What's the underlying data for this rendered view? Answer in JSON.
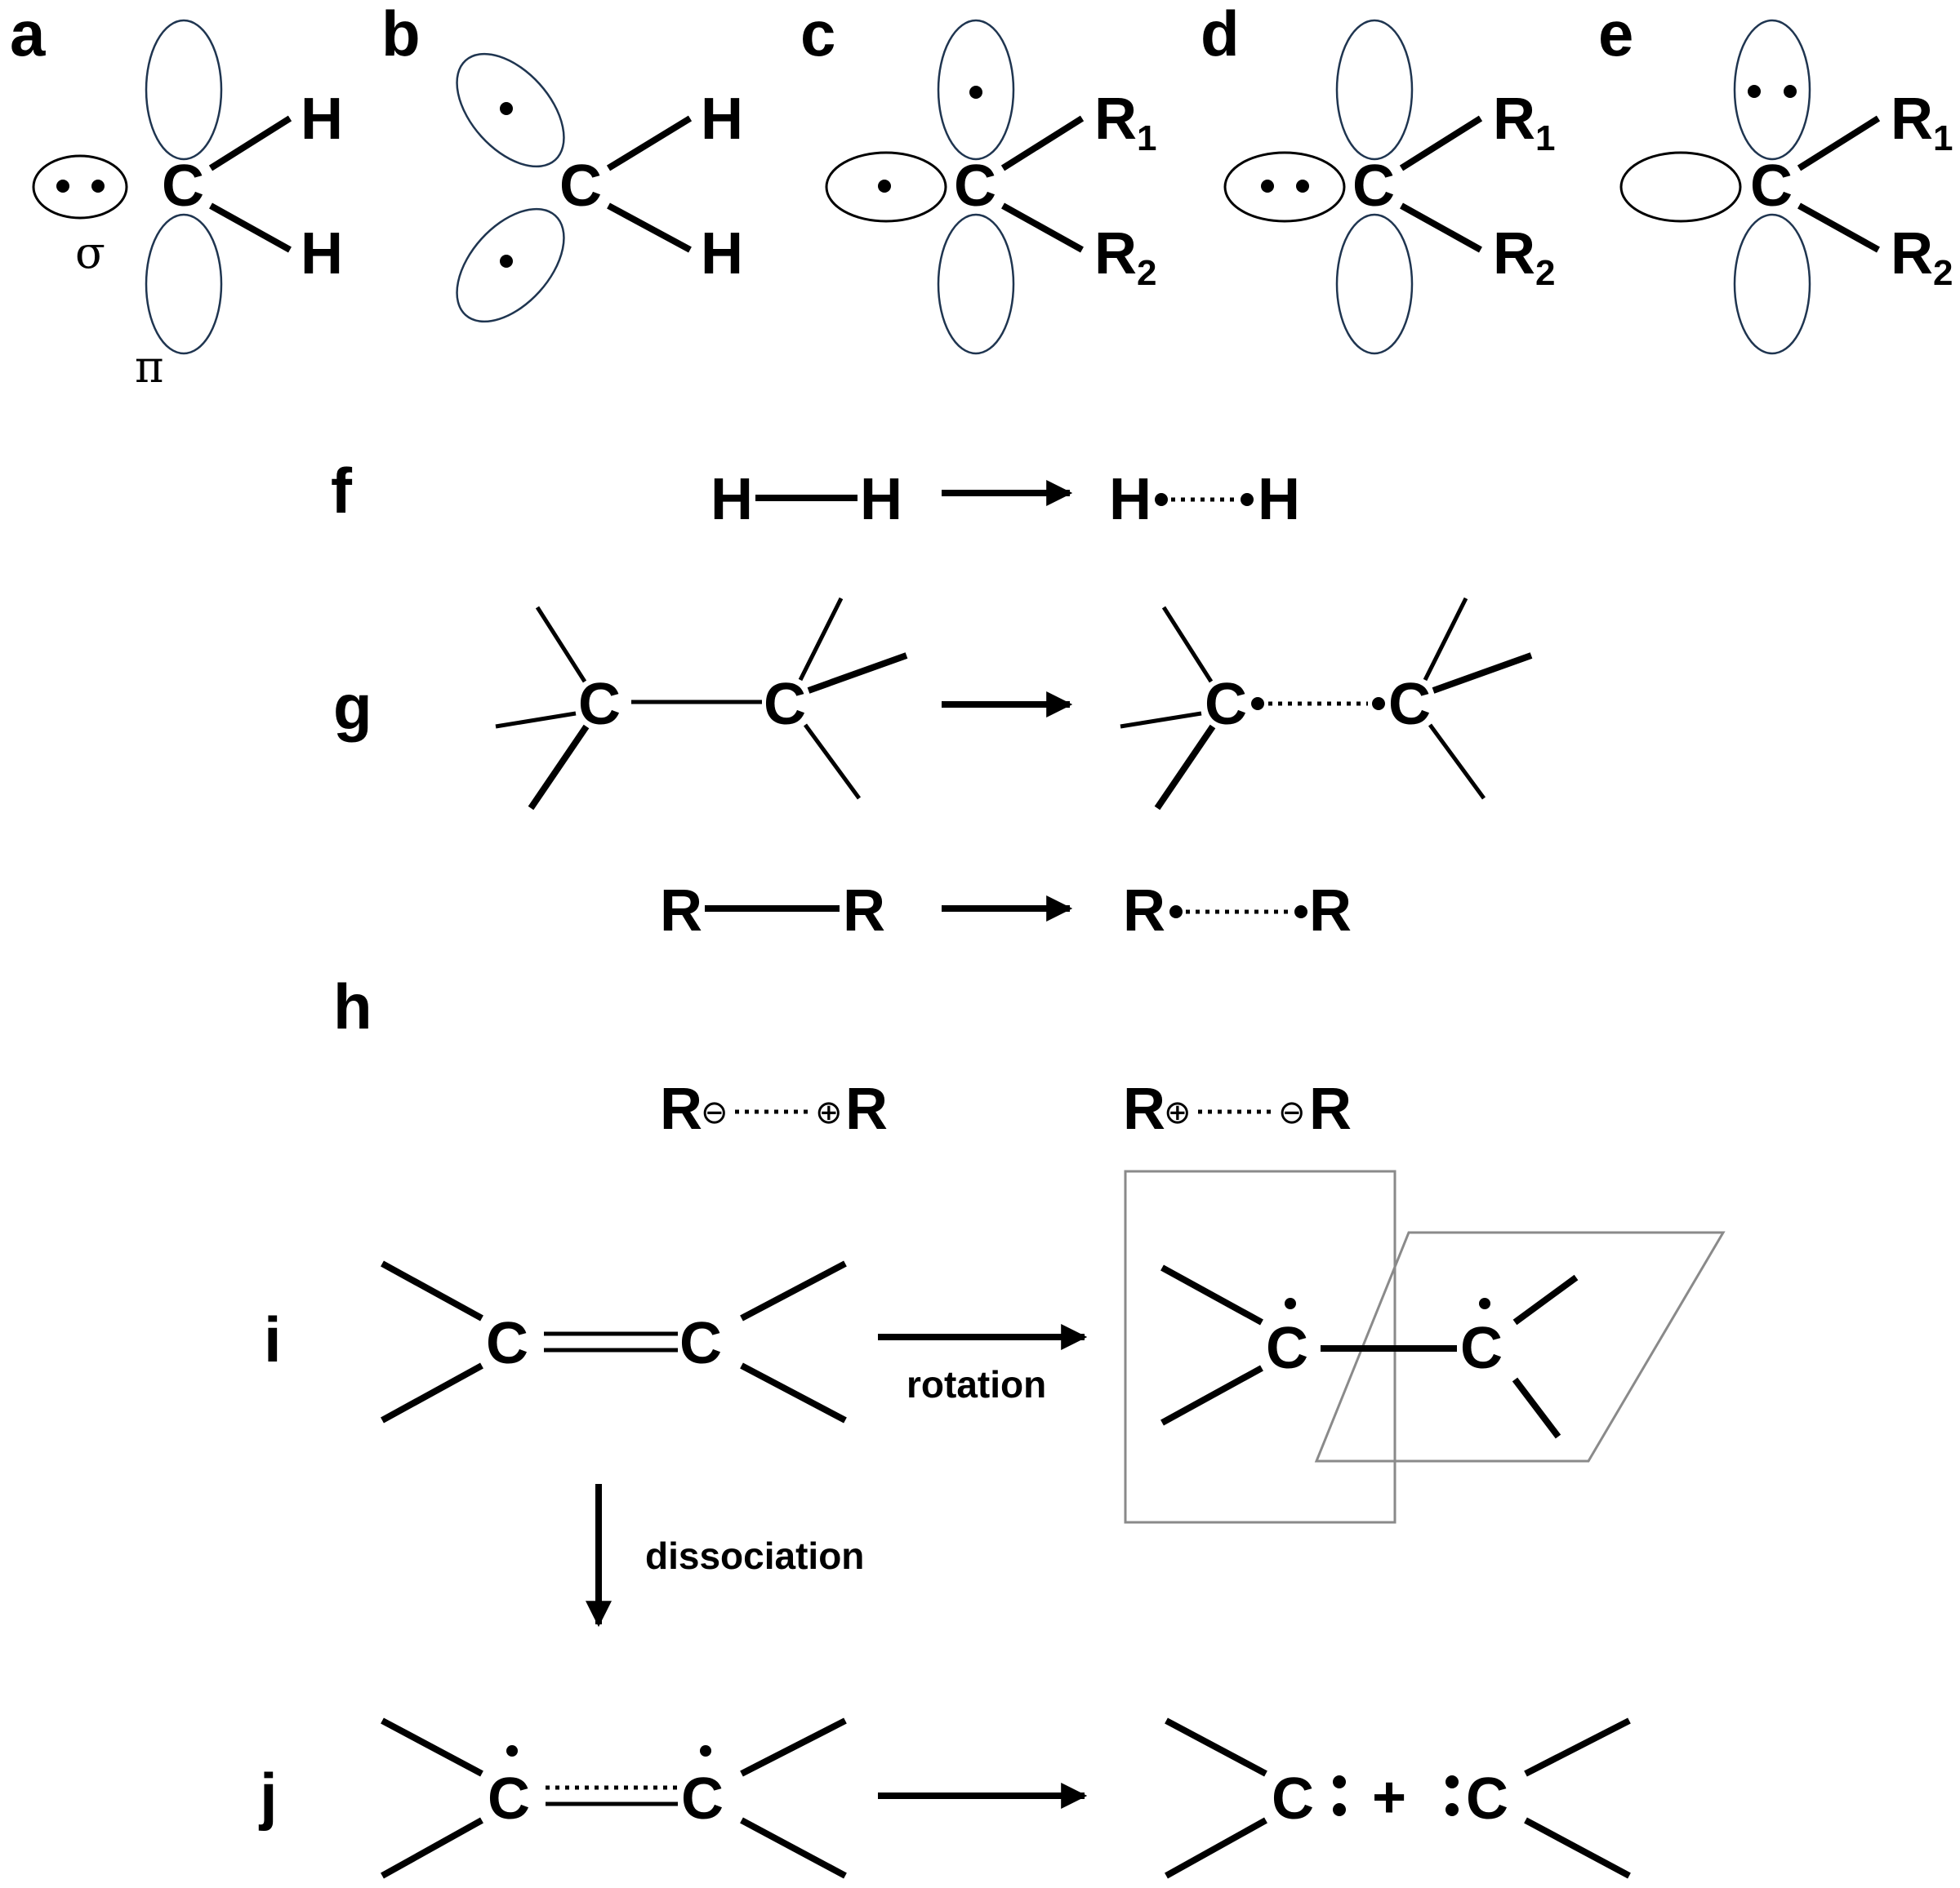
{
  "panels": {
    "a": {
      "label": "a",
      "center": "C",
      "sub1": "H",
      "sub2": "H",
      "sigma": "σ",
      "pi": "π"
    },
    "b": {
      "label": "b",
      "center": "C",
      "sub1": "H",
      "sub2": "H"
    },
    "c": {
      "label": "c",
      "center": "C",
      "sub1": "R",
      "sub1_index": "1",
      "sub2": "R",
      "sub2_index": "2"
    },
    "d": {
      "label": "d",
      "center": "C",
      "sub1": "R",
      "sub1_index": "1",
      "sub2": "R",
      "sub2_index": "2"
    },
    "e": {
      "label": "e",
      "center": "C",
      "sub1": "R",
      "sub1_index": "1",
      "sub2": "R",
      "sub2_index": "2"
    },
    "f": {
      "label": "f",
      "atom": "H"
    },
    "g": {
      "label": "g",
      "atom": "C",
      "group": "R"
    },
    "h": {
      "label": "h",
      "group": "R",
      "minus": "⊖",
      "plus": "⊕"
    },
    "i": {
      "label": "i",
      "atom": "C",
      "arrow_label": "rotation"
    },
    "dissociation": {
      "arrow_label": "dissociation"
    },
    "j": {
      "label": "j",
      "atom": "C",
      "plus": "+"
    }
  }
}
